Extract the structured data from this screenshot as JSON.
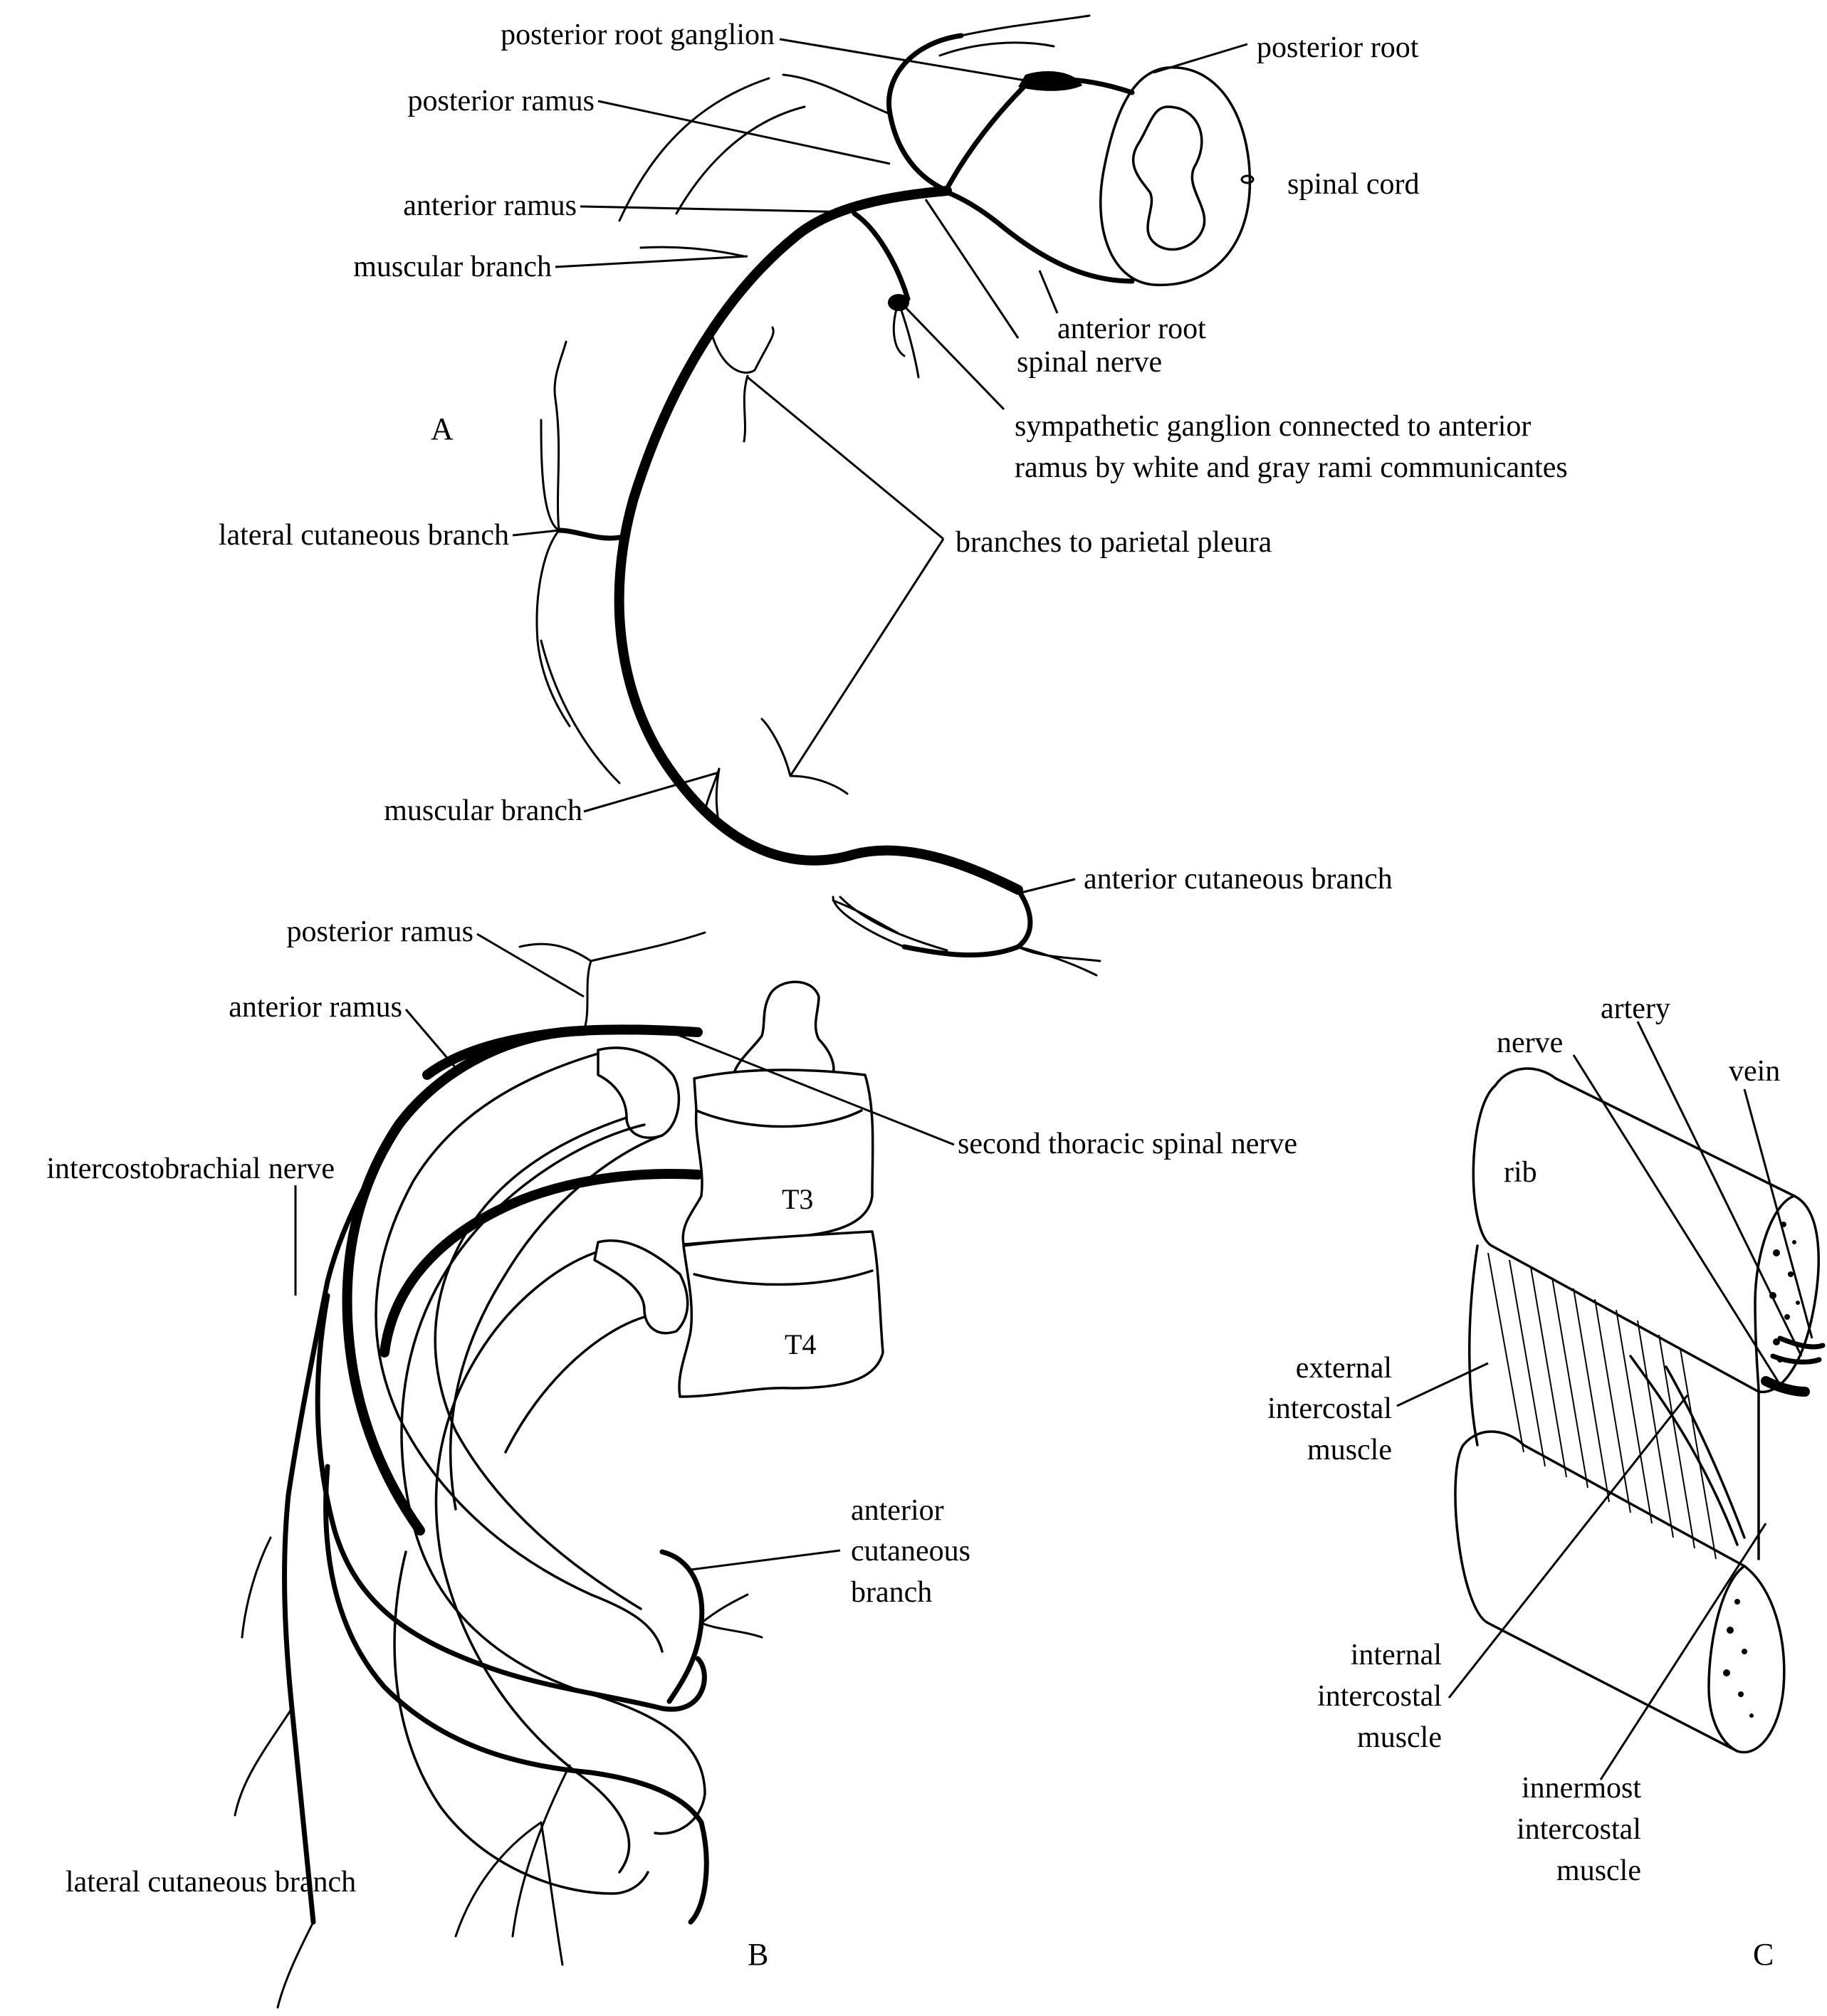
{
  "panels": {
    "A": {
      "panel_label": "A",
      "labels": {
        "posterior_root_ganglion": "posterior root ganglion",
        "posterior_root": "posterior root",
        "posterior_ramus": "posterior ramus",
        "spinal_cord": "spinal cord",
        "anterior_ramus": "anterior ramus",
        "muscular_branch_upper": "muscular branch",
        "anterior_root": "anterior root",
        "spinal_nerve": "spinal nerve",
        "sympathetic_ganglion_line1": "sympathetic ganglion connected to anterior",
        "sympathetic_ganglion_line2": "ramus by white and gray rami communicantes",
        "lateral_cutaneous_branch": "lateral cutaneous branch",
        "branches_to_parietal_pleura": "branches to parietal pleura",
        "muscular_branch_lower": "muscular branch",
        "anterior_cutaneous_branch": "anterior cutaneous branch"
      }
    },
    "B": {
      "panel_label": "B",
      "labels": {
        "posterior_ramus": "posterior ramus",
        "anterior_ramus": "anterior ramus",
        "second_thoracic_spinal_nerve": "second thoracic spinal nerve",
        "intercostobrachial_nerve": "intercostobrachial nerve",
        "vertebra_t3": "T3",
        "vertebra_t4": "T4",
        "anterior_cutaneous_branch_line1": "anterior",
        "anterior_cutaneous_branch_line2": "cutaneous",
        "anterior_cutaneous_branch_line3": "branch",
        "lateral_cutaneous_branch": "lateral cutaneous branch"
      }
    },
    "C": {
      "panel_label": "C",
      "labels": {
        "artery": "artery",
        "nerve": "nerve",
        "vein": "vein",
        "rib": "rib",
        "external_line1": "external",
        "external_line2": "intercostal",
        "external_line3": "muscle",
        "internal_line1": "internal",
        "internal_line2": "intercostal",
        "internal_line3": "muscle",
        "innermost_line1": "innermost",
        "innermost_line2": "intercostal",
        "innermost_line3": "muscle"
      }
    }
  }
}
